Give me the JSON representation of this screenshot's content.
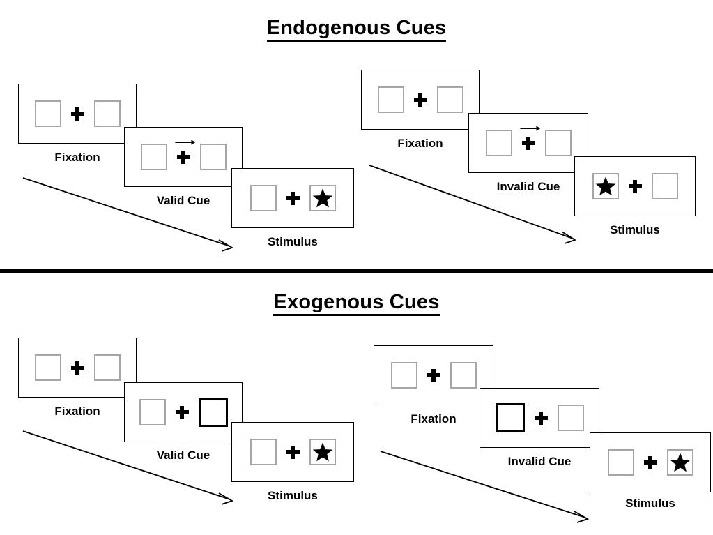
{
  "figure": {
    "title_top": "Endogenous Cues",
    "title_bottom": "Exogenous Cues"
  },
  "sections": [
    {
      "id": "endogenous",
      "title": "Endogenous Cues",
      "columns": [
        {
          "id": "endogenous-valid",
          "condition": "Valid",
          "panels": [
            {
              "label": "Fixation",
              "left_box": "empty",
              "right_box": "empty",
              "cue": "none",
              "cue_target": "none"
            },
            {
              "label": "Valid Cue",
              "left_box": "empty",
              "right_box": "empty",
              "cue": "arrow-right",
              "cue_target": "right"
            },
            {
              "label": "Stimulus",
              "left_box": "empty",
              "right_box": "star",
              "cue": "none",
              "cue_target": "none"
            }
          ]
        },
        {
          "id": "endogenous-invalid",
          "condition": "Invalid",
          "panels": [
            {
              "label": "Fixation",
              "left_box": "empty",
              "right_box": "empty",
              "cue": "none",
              "cue_target": "none"
            },
            {
              "label": "Invalid Cue",
              "left_box": "empty",
              "right_box": "empty",
              "cue": "arrow-right",
              "cue_target": "right"
            },
            {
              "label": "Stimulus",
              "left_box": "star",
              "right_box": "empty",
              "cue": "none",
              "cue_target": "none"
            }
          ]
        }
      ]
    },
    {
      "id": "exogenous",
      "title": "Exogenous Cues",
      "columns": [
        {
          "id": "exogenous-valid",
          "condition": "Valid",
          "panels": [
            {
              "label": "Fixation",
              "left_box": "empty",
              "right_box": "empty",
              "cue": "none",
              "cue_target": "none"
            },
            {
              "label": "Valid Cue",
              "left_box": "empty",
              "right_box": "highlighted",
              "cue": "box-flash",
              "cue_target": "right"
            },
            {
              "label": "Stimulus",
              "left_box": "empty",
              "right_box": "star",
              "cue": "none",
              "cue_target": "none"
            }
          ]
        },
        {
          "id": "exogenous-invalid",
          "condition": "Invalid",
          "panels": [
            {
              "label": "Fixation",
              "left_box": "empty",
              "right_box": "empty",
              "cue": "none",
              "cue_target": "none"
            },
            {
              "label": "Invalid Cue",
              "left_box": "highlighted",
              "right_box": "empty",
              "cue": "box-flash",
              "cue_target": "left"
            },
            {
              "label": "Stimulus",
              "left_box": "empty",
              "right_box": "star",
              "cue": "none",
              "cue_target": "none"
            }
          ]
        }
      ]
    }
  ],
  "labels": {
    "fixation": "Fixation",
    "valid_cue": "Valid Cue",
    "invalid_cue": "Invalid Cue",
    "stimulus": "Stimulus"
  },
  "colors": {
    "box_border": "#a6a6a6",
    "cue_border": "#000000",
    "panel_border": "#000000",
    "ink": "#000000",
    "background": "#ffffff"
  },
  "icons": {
    "cue_arrow": "arrow-right-icon",
    "fixation_cross": "fixation-cross-icon",
    "stimulus": "star-icon",
    "flow": "time-flow-arrow-icon"
  }
}
